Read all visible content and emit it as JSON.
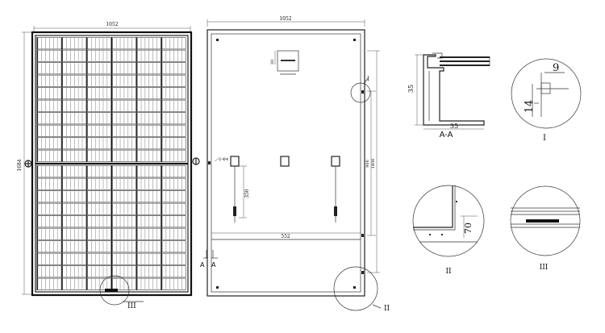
{
  "front": {
    "width_label": "1052",
    "height_label": "1684",
    "detail_label": "III",
    "cell_columns": 6,
    "cell_rows_per_half": 10
  },
  "back": {
    "width_label": "1052",
    "label_30": "30",
    "label_350": "350",
    "label_552": "552",
    "label_906": "906",
    "label_1406": "1406",
    "label_hole": "2-Φ4",
    "section_a_left": "A",
    "section_a_right": "A",
    "detail_label": "I",
    "detail_label_2": "II"
  },
  "section": {
    "height_label": "35",
    "width_label": "35",
    "title": "A-A"
  },
  "detail_I": {
    "dim_9": "9",
    "dim_14": "14",
    "title": "I"
  },
  "detail_II": {
    "dim_70": "70",
    "title": "II"
  },
  "detail_III": {
    "title": "III"
  }
}
